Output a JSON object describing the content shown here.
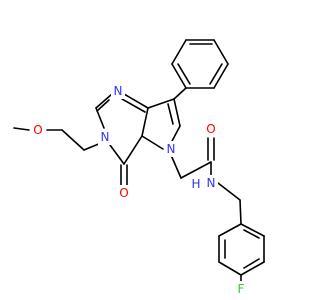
{
  "colors": {
    "background": "#ffffff",
    "bond": "#000000",
    "nitrogen": "#3333ff",
    "oxygen": "#ff0000",
    "fluorine": "#33cc33",
    "nh": "#3333ff"
  },
  "labels": {
    "n_pyrimidine": "N",
    "n_ring3": "N",
    "n_pyrrole": "N",
    "o_ketone": "O",
    "o_amide": "O",
    "o_methoxy": "O",
    "nh_amide": "N",
    "h_amide": "H",
    "f_fluoro": "F"
  }
}
